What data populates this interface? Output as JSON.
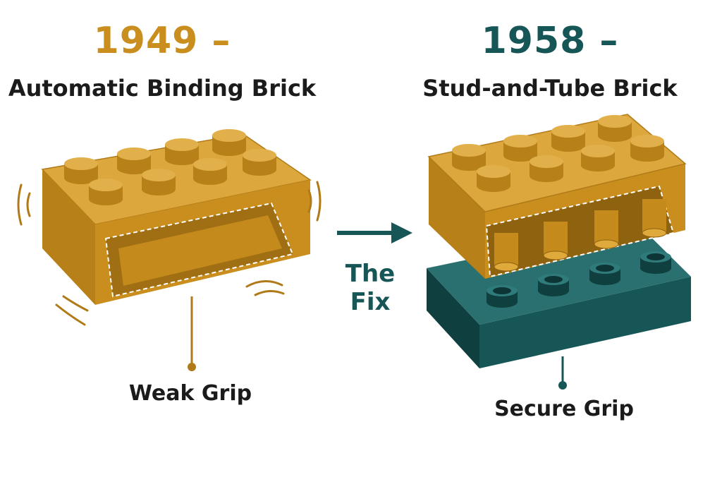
{
  "left": {
    "year": "1949 –",
    "title": "Automatic Binding Brick",
    "callout": "Weak Grip"
  },
  "right": {
    "year": "1958 –",
    "title": "Stud-and-Tube Brick",
    "callout": "Secure Grip"
  },
  "arrow_label": "The Fix",
  "colors": {
    "gold": "#c98e1e",
    "gold_light": "#dca73c",
    "gold_dark": "#9c6b12",
    "teal": "#175656",
    "teal_light": "#2a7070",
    "teal_dark": "#0f3f3f",
    "text": "#1b1b1b"
  }
}
